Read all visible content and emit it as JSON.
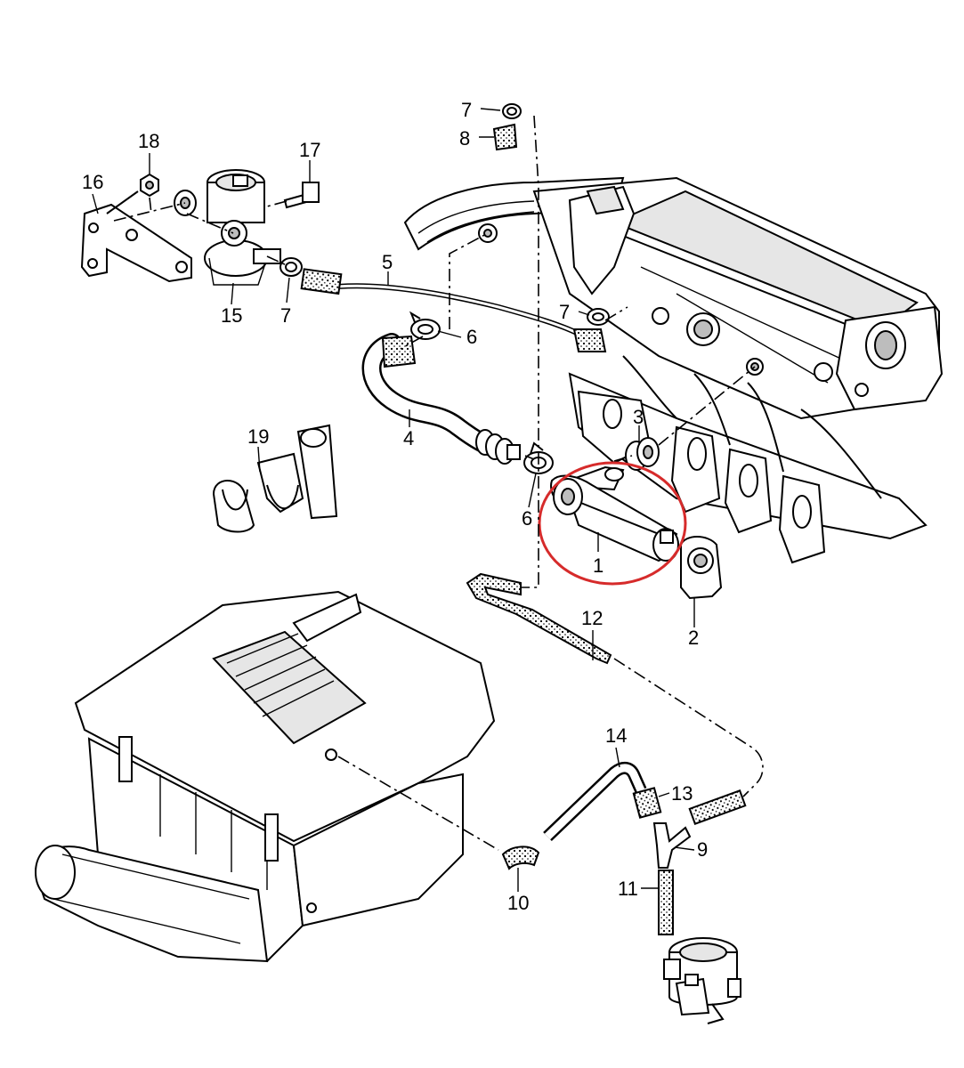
{
  "diagram": {
    "callouts": {
      "p1": "1",
      "p2": "2",
      "p3": "3",
      "p4": "4",
      "p5": "5",
      "p6a": "6",
      "p6b": "6",
      "p7a": "7",
      "p7b": "7",
      "p7c": "7",
      "p8": "8",
      "p9": "9",
      "p10": "10",
      "p11": "11",
      "p12": "12",
      "p13": "13",
      "p14": "14",
      "p15": "15",
      "p16": "16",
      "p17": "17",
      "p18": "18",
      "p19": "19"
    },
    "highlight_color": "#d62b2b"
  }
}
